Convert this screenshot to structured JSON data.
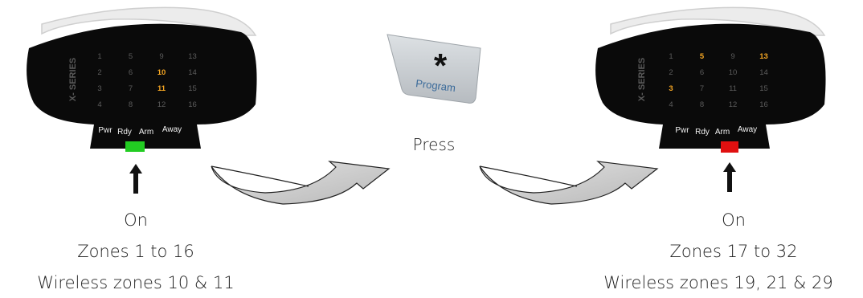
{
  "keypads": [
    {
      "brand": "X- SERIES",
      "zones": [
        "1",
        "2",
        "3",
        "4",
        "5",
        "6",
        "7",
        "8",
        "9",
        "10",
        "11",
        "12",
        "13",
        "14",
        "15",
        "16"
      ],
      "lit_zones": [
        "10",
        "11"
      ],
      "indicators": [
        "Pwr",
        "Rdy",
        "Arm",
        "Away"
      ],
      "active_indicator": "Rdy",
      "active_color": "#22cc22",
      "caption": {
        "state": "On",
        "zones": "Zones 1 to 16",
        "wireless": "Wireless zones 10 & 11"
      }
    },
    {
      "brand": "X- SERIES",
      "zones": [
        "1",
        "2",
        "3",
        "4",
        "5",
        "6",
        "7",
        "8",
        "9",
        "10",
        "11",
        "12",
        "13",
        "14",
        "15",
        "16"
      ],
      "lit_zones": [
        "3",
        "5",
        "13"
      ],
      "indicators": [
        "Pwr",
        "Rdy",
        "Arm",
        "Away"
      ],
      "active_indicator": "Arm",
      "active_color": "#e01010",
      "caption": {
        "state": "On",
        "zones": "Zones 17 to 32",
        "wireless": "Wireless zones 19, 21 & 29"
      }
    }
  ],
  "program_key": {
    "symbol": "*",
    "label": "Program"
  },
  "press_label": "Press",
  "colors": {
    "lit_zone": "#f5a623",
    "dim_zone": "#5c5c5c",
    "key_fill": "#c8ccd0",
    "key_text": "#3a6a9a"
  }
}
